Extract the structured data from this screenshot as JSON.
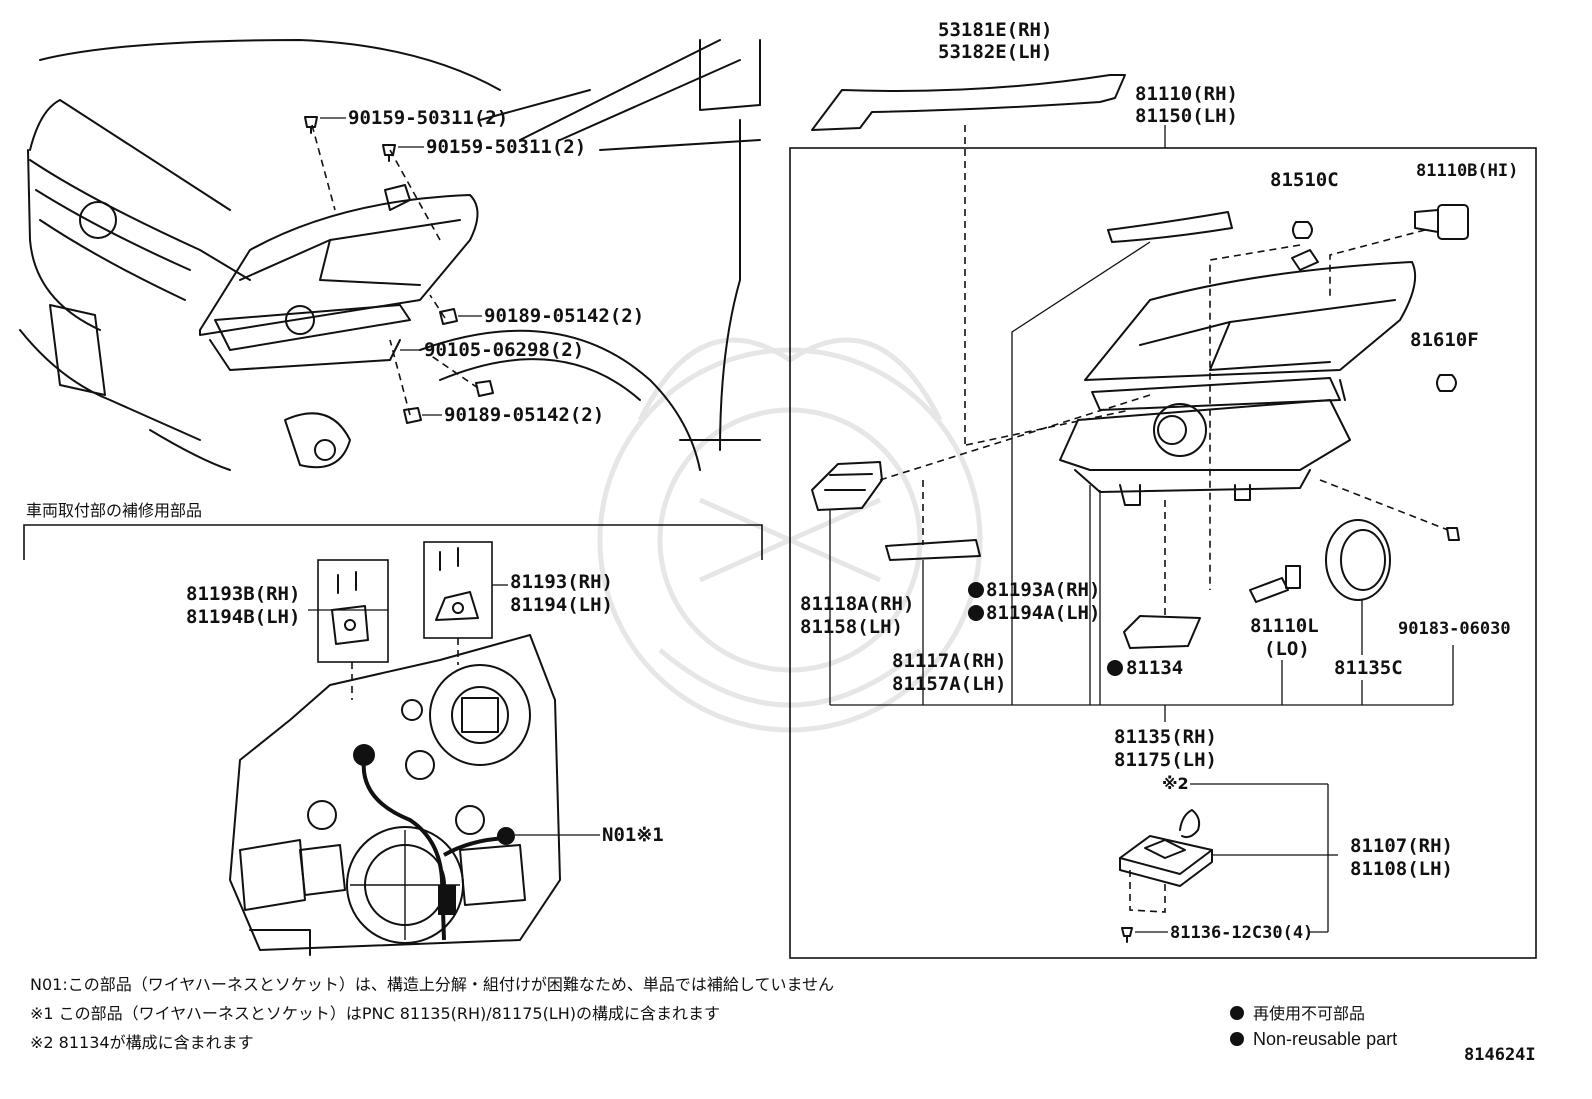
{
  "car_parts": [
    {
      "id": "p1",
      "text": "90159-50311(2)"
    },
    {
      "id": "p2",
      "text": "90159-50311(2)"
    },
    {
      "id": "p3",
      "text": "90189-05142(2)"
    },
    {
      "id": "p4",
      "text": "90105-06298(2)"
    },
    {
      "id": "p5",
      "text": "90189-05142(2)"
    }
  ],
  "repair_section": {
    "heading": "車両取付部の補修用部品",
    "parts": {
      "b_rh": "81193B(RH)",
      "b_lh": "81194B(LH)",
      "rh": "81193(RH)",
      "lh": "81194(LH)",
      "n01": "N01※1"
    }
  },
  "exploded": {
    "p53181": "53181E(RH)",
    "p53182": "53182E(LH)",
    "p81110": "81110(RH)",
    "p81150": "81150(LH)",
    "p81510c": "81510C",
    "p81110b": "81110B(HI)",
    "p81610f": "81610F",
    "p81118a": "81118A(RH)",
    "p81158": "81158(LH)",
    "p81193a": "81193A(RH)",
    "p81194a": "81194A(LH)",
    "p81117a": "81117A(RH)",
    "p81157a": "81157A(LH)",
    "p81134": "81134",
    "p81110l": "81110L",
    "p81110l_sub": "(LO)",
    "p81135c": "81135C",
    "p90183": "90183-06030",
    "p81135": "81135(RH)",
    "p81175": "81175(LH)",
    "note2": "※2",
    "p81107": "81107(RH)",
    "p81108": "81108(LH)",
    "p81136": "81136-12C30(4)"
  },
  "notes": [
    "N01:この部品（ワイヤハーネスとソケット）は、構造上分解・組付けが困難なため、単品では補給していません",
    "※1 この部品（ワイヤハーネスとソケット）はPNC 81135(RH)/81175(LH)の構成に含まれます",
    "※2 81134が構成に含まれます"
  ],
  "legend": {
    "jp": "再使用不可部品",
    "en": "Non-reusable part"
  },
  "figure_id": "814624I"
}
